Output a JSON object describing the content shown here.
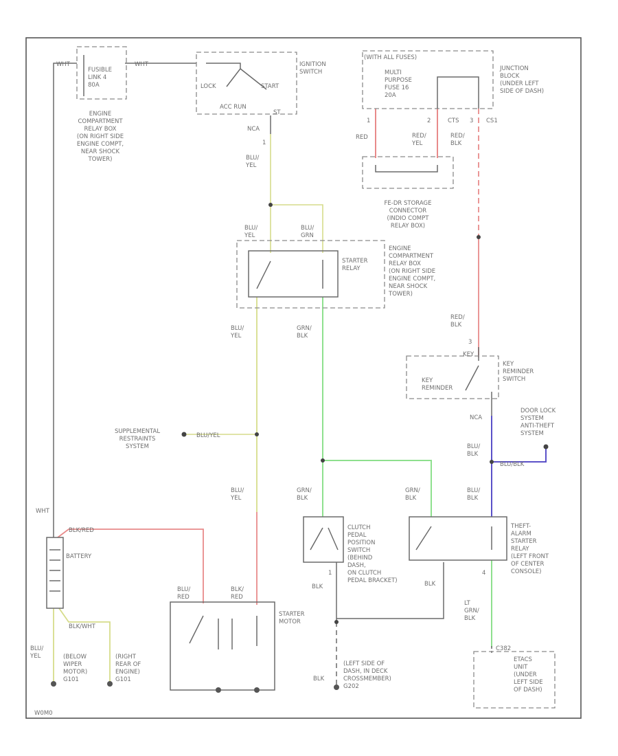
{
  "colors": {
    "yellow_wire": "#d6dc8a",
    "green_wire": "#8ee08e",
    "red_wire": "#e88a8a",
    "blue_wire": "#5a50c8",
    "gray_wire": "#6a6a6a"
  },
  "labels": {
    "fuse_wht_left": "WHT",
    "fuse_wht_right": "WHT",
    "fusible_link": "FUSIBLE\nLINK 4\n80A",
    "engine_relay_box_top": "ENGINE\nCOMPARTMENT\nRELAY BOX\n(ON RIGHT SIDE\nENGINE COMPT,\nNEAR SHOCK\nTOWER)",
    "ign_lock": "LOCK",
    "ign_start": "START",
    "ign_acc_run": "ACC  RUN",
    "ign_st": "ST",
    "ignition_switch": "IGNITION\nSWITCH",
    "ign_nca": "NCA",
    "ign_pin": "1",
    "wire_blu_yel_1": "BLU/\nYEL",
    "jb_fuse_header": "(WITH ALL FUSES)",
    "fuse_multi": "MULTI\nPURPOSE\nFUSE 16\n20A",
    "junction_block": "JUNCTION\nBLOCK\n(UNDER LEFT\nSIDE OF DASH)",
    "pin_1": "1",
    "pin_2": "2",
    "pin_3": "3",
    "cts": "CTS",
    "cs1": "CS1",
    "wire_red": "RED",
    "wire_red_yel": "RED/\nYEL",
    "wire_red_blk_1": "RED/\nBLK",
    "fs_connector": "FE-DR STORAGE\nCONNECTOR\n(INDIO COMPT\nRELAY BOX)",
    "relay_blu_yel": "BLU/\nYEL",
    "relay_blu_grn": "BLU/\nGRN",
    "starter_relay": "STARTER\nRELAY",
    "engine_relay_box_mid": "ENGINE\nCOMPARTMENT\nRELAY BOX\n(ON RIGHT SIDE\nENGINE COMPT,\nNEAR SHOCK\nTOWER)",
    "wire_blu_yel_2": "BLU/\nYEL",
    "wire_grn_blk_1": "GRN/\nBLK",
    "wire_red_blk_2": "RED/\nBLK",
    "key_pin": "3",
    "key_label": "KEY",
    "key_reminder_inner": "KEY\nREMINDER",
    "key_reminder_switch": "KEY\nREMINDER\nSWITCH",
    "key_nca": "NCA",
    "door_lock": "DOOR LOCK\nSYSTEM\nANTI-THEFT\nSYSTEM",
    "wire_blu_blk_1": "BLU/\nBLK",
    "wire_blu_blk_h": "BLU/BLK",
    "srs": "SUPPLEMENTAL\nRESTRAINTS\nSYSTEM",
    "wire_blu_yel_h": "BLU/YEL",
    "wire_blu_yel_3": "BLU/\nYEL",
    "wire_grn_blk_2": "GRN/\nBLK",
    "wire_grn_blk_3": "GRN/\nBLK",
    "wire_blu_blk_2": "BLU/\nBLK",
    "wire_wht_battery": "WHT",
    "wire_blk_red_h": "BLK/RED",
    "battery": "BATTERY",
    "clutch_switch": "CLUTCH\nPEDAL\nPOSITION\nSWITCH\n(BEHIND\nDASH,\nON CLUTCH\nPEDAL BRACKET)",
    "clutch_pin": "1",
    "wire_blk_1": "BLK",
    "theft_relay": "THEFT-\nALARM\nSTARTER\nRELAY\n(LEFT FRONT\nOF CENTER\nCONSOLE)",
    "theft_pin": "4",
    "wire_blk_2": "BLK",
    "starter_blu_red": "BLU/\nRED",
    "starter_blk_red": "BLK/\nRED",
    "starter_motor": "STARTER\nMOTOR",
    "wire_lt_grn_blk": "LT\nGRN/\nBLK",
    "wire_blk_wht_h": "BLK/WHT",
    "wire_blu_yel_4": "BLU/\nYEL",
    "ground_below_wiper": "(BELOW\nWIPER\nMOTOR)\nG101",
    "ground_right_rear": "(RIGHT\nREAR OF\nENGINE)\nG101",
    "wire_blk_3": "BLK",
    "ground_left_dash": "(LEFT SIDE OF\nDASH, IN DECK\nCROSSMEMBER)\nG202",
    "etacs_pin": "C382",
    "etacs_unit": "ETACS\nUNIT\n(UNDER\nLEFT SIDE\nOF DASH)",
    "diagram_id": "W0M0"
  }
}
